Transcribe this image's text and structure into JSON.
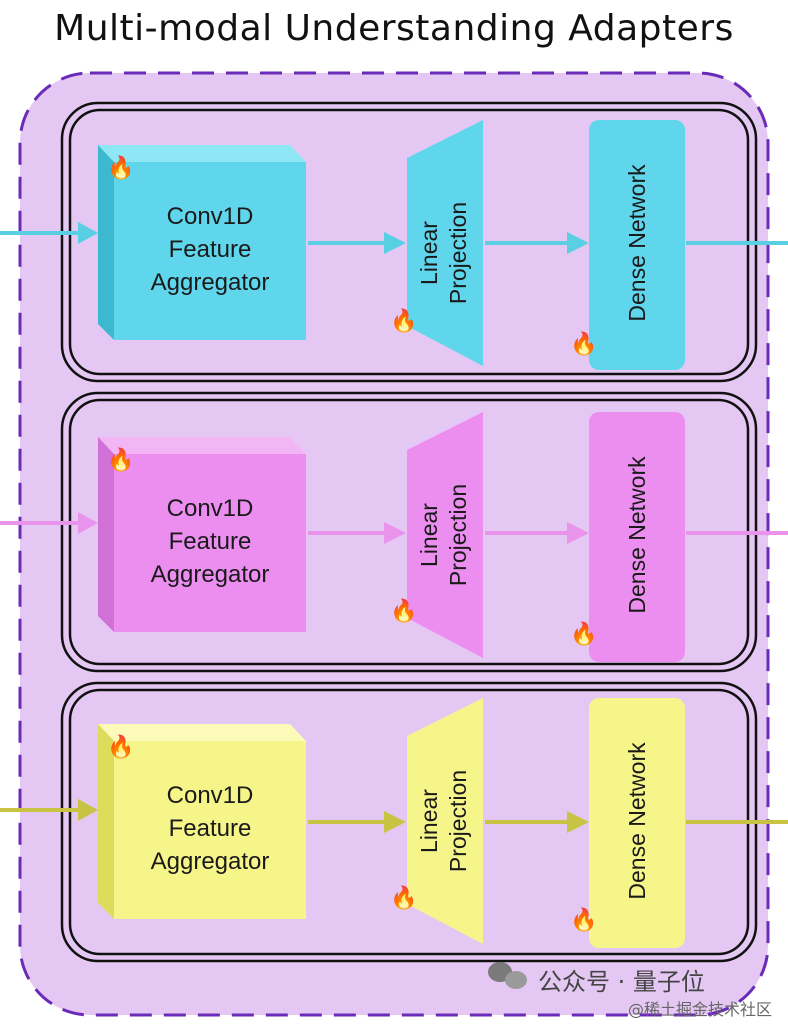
{
  "title": "Multi-modal Understanding Adapters",
  "blocks": [
    {
      "aggregator": [
        "Conv1D",
        "Feature",
        "Aggregator"
      ],
      "projection": [
        "Linear",
        "Projection"
      ],
      "dense": "Dense Network",
      "color": "#5fd6ec",
      "arrow_color": "#58cfe3"
    },
    {
      "aggregator": [
        "Conv1D",
        "Feature",
        "Aggregator"
      ],
      "projection": [
        "Linear",
        "Projection"
      ],
      "dense": "Dense Network",
      "color": "#ec8ef0",
      "arrow_color": "#ea93ec"
    },
    {
      "aggregator": [
        "Conv1D",
        "Feature",
        "Aggregator"
      ],
      "projection": [
        "Linear",
        "Projection"
      ],
      "dense": "Dense Network",
      "color": "#f6f58a",
      "arrow_color": "#c9c344"
    }
  ],
  "flame_icon": "fire-icon",
  "colors": {
    "container_fill": "#e4c8f3",
    "container_border": "#6a2bb8"
  },
  "watermark": {
    "line1": "公众号 · 量子位",
    "line2": "@稀土掘金技术社区"
  }
}
